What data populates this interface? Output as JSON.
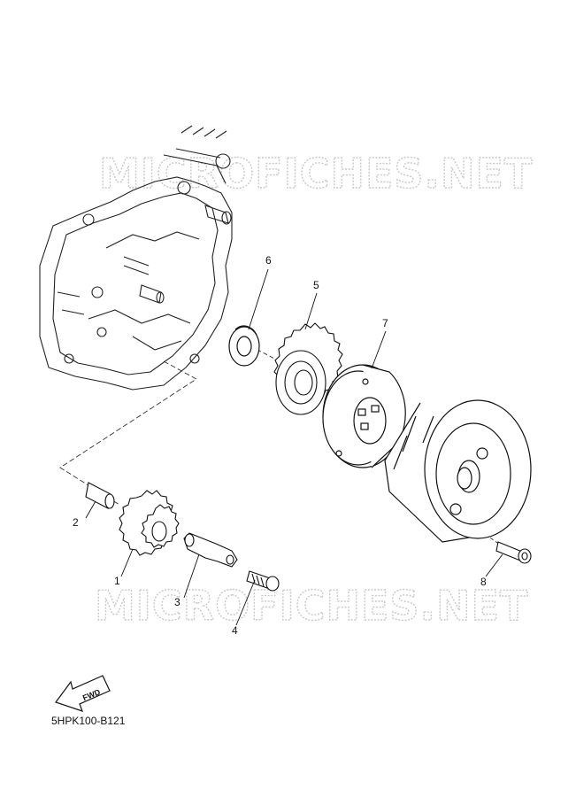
{
  "watermark": "MICROFICHES.NET",
  "callouts": {
    "p1": "1",
    "p2": "2",
    "p3": "3",
    "p4": "4",
    "p5": "5",
    "p6": "6",
    "p7": "7",
    "p8": "8"
  },
  "fwd_label": "FWD",
  "diagram_code": "5HPK100-B121"
}
